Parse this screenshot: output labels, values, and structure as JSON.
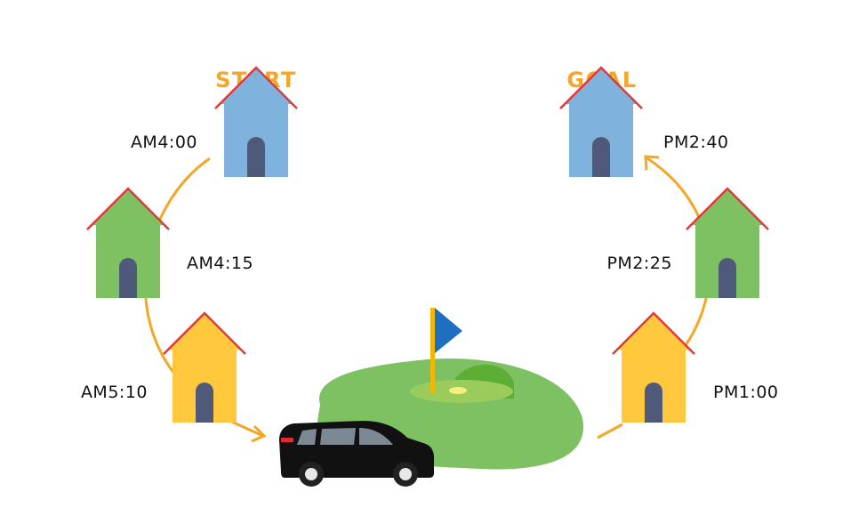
{
  "start_label": "START",
  "goal_label": "GOAL",
  "accent_color": "#F5A623",
  "route_outbound": [
    {
      "time": "AM4:00",
      "house_color": "#7FB2DD"
    },
    {
      "time": "AM4:15",
      "house_color": "#7DC163"
    },
    {
      "time": "AM5:10",
      "house_color": "#FFC83D"
    }
  ],
  "route_return": [
    {
      "time": "PM1:00",
      "house_color": "#FFC83D"
    },
    {
      "time": "PM2:25",
      "house_color": "#7DC163"
    },
    {
      "time": "PM2:40",
      "house_color": "#7FB2DD"
    }
  ],
  "icons": [
    "house-icon",
    "car-icon",
    "golf-flag-icon",
    "golf-course-icon",
    "arrow-icon"
  ]
}
